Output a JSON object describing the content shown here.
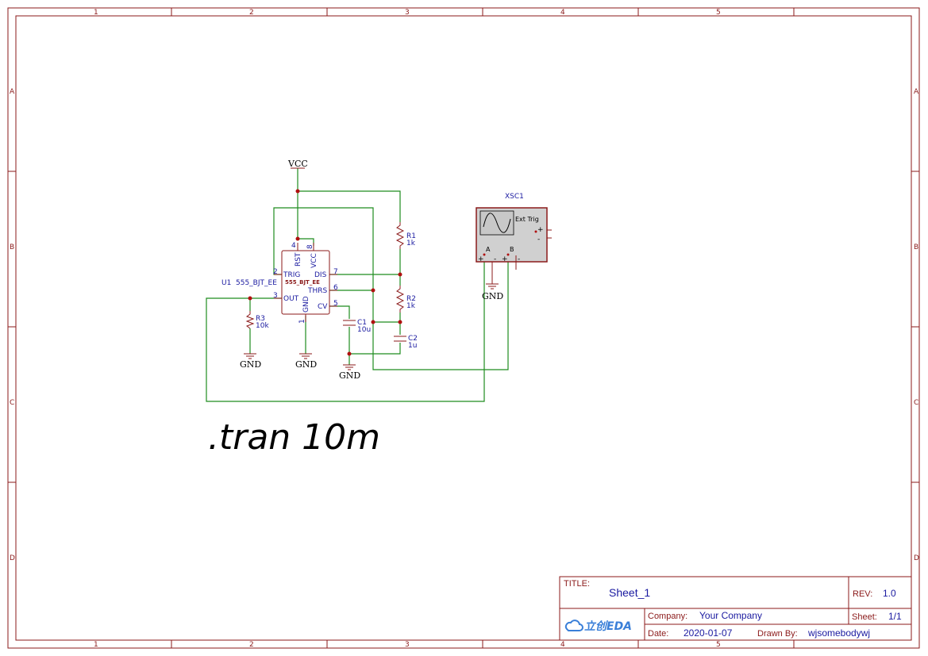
{
  "frame": {
    "columns": [
      "1",
      "2",
      "3",
      "4",
      "5"
    ],
    "rows": [
      "A",
      "B",
      "C",
      "D"
    ]
  },
  "power": {
    "vcc_label": "VCC",
    "gnd_label": "GND"
  },
  "components": {
    "u1": {
      "ref": "U1",
      "value": "555_BJT_EE",
      "body_label": "555_BJT_EE",
      "pins": {
        "trig": "TRIG",
        "out": "OUT",
        "rst": "RST",
        "vcc": "VCC",
        "dis": "DIS",
        "thrs": "THRS",
        "cv": "CV",
        "gnd": "GND",
        "n1": "1",
        "n2": "2",
        "n3": "3",
        "n4": "4",
        "n5": "5",
        "n6": "6",
        "n7": "7",
        "n8": "8"
      }
    },
    "r1": {
      "ref": "R1",
      "value": "1k"
    },
    "r2": {
      "ref": "R2",
      "value": "1k"
    },
    "r3": {
      "ref": "R3",
      "value": "10k"
    },
    "c1": {
      "ref": "C1",
      "value": "10u"
    },
    "c2": {
      "ref": "C2",
      "value": "1u"
    },
    "xsc1": {
      "ref": "XSC1",
      "ext_trig": "Ext Trig",
      "ch_a": "A",
      "ch_b": "B",
      "plus": "+",
      "minus": "-"
    }
  },
  "directive": ".tran 10m",
  "title_block": {
    "title_key": "TITLE:",
    "title_value": "Sheet_1",
    "rev_key": "REV:",
    "rev_value": "1.0",
    "company_key": "Company:",
    "company_value": "Your Company",
    "sheet_key": "Sheet:",
    "sheet_value": "1/1",
    "date_key": "Date:",
    "date_value": "2020-01-07",
    "drawn_key": "Drawn By:",
    "drawn_value": "wjsomebodywj",
    "logo_text": "立创EDA"
  },
  "colors": {
    "frame": "#8b1a1a",
    "wire": "#1e8c1e",
    "label": "#1a1aa0",
    "logo": "#3a7fd8"
  }
}
